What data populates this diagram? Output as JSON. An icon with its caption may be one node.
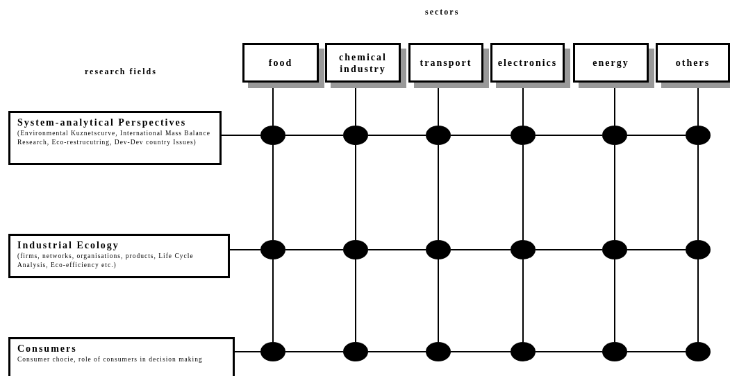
{
  "diagram": {
    "nodes": [
      {
        "text": [
          "food"
        ]
      },
      {
        "text": [
          "chemical industry"
        ]
      },
      {
        "text": [
          "transport"
        ]
      },
      {
        "text": [
          "electronics"
        ]
      },
      {
        "text": [
          "energy"
        ]
      },
      {
        "text": [
          "others"
        ]
      },
      {
        "text": [
          "System-analytical Perspectives",
          "(Environmental Kuznetscurve, International Mass Balance Research, Eco-restrucutring, Dev-Dev country Issues)"
        ]
      },
      {
        "text": [
          "Industrial Ecology",
          "(firms, networks, organisations, products, Life Cycle Analysis, Eco-efficiency etc.)"
        ]
      },
      {
        "text": [
          "Consumers",
          "Consumer chocie, role of consumers in decision making"
        ]
      },
      {
        "text": [],
        "shape": "circle"
      },
      {
        "text": [],
        "shape": "circle"
      },
      {
        "text": [],
        "shape": "circle"
      },
      {
        "text": [],
        "shape": "circle"
      },
      {
        "text": [],
        "shape": "circle"
      },
      {
        "text": [],
        "shape": "circle"
      },
      {
        "text": [],
        "shape": "circle"
      },
      {
        "text": [],
        "shape": "circle"
      },
      {
        "text": [],
        "shape": "circle"
      },
      {
        "text": [],
        "shape": "circle"
      },
      {
        "text": [],
        "shape": "circle"
      },
      {
        "text": [],
        "shape": "circle"
      },
      {
        "text": [],
        "shape": "circle"
      },
      {
        "text": [],
        "shape": "circle"
      },
      {
        "text": [],
        "shape": "circle"
      },
      {
        "text": [],
        "shape": "circle"
      },
      {
        "text": [],
        "shape": "circle"
      },
      {
        "text": [],
        "shape": "circle"
      }
    ],
    "edges": [
      {
        "from": 0,
        "to": 9,
        "arrow": "none"
      },
      {
        "from": 1,
        "to": 10,
        "arrow": "none"
      },
      {
        "from": 2,
        "to": 11,
        "arrow": "none"
      },
      {
        "from": 3,
        "to": 12,
        "arrow": "none"
      },
      {
        "from": 4,
        "to": 13,
        "arrow": "none"
      },
      {
        "from": 5,
        "to": 14,
        "arrow": "none"
      },
      {
        "from": 6,
        "to": 9,
        "arrow": "none"
      },
      {
        "from": 9,
        "to": 10,
        "arrow": "none"
      },
      {
        "from": 10,
        "to": 11,
        "arrow": "none"
      },
      {
        "from": 11,
        "to": 12,
        "arrow": "none"
      },
      {
        "from": 12,
        "to": 13,
        "arrow": "none"
      },
      {
        "from": 13,
        "to": 14,
        "arrow": "none"
      },
      {
        "from": 9,
        "to": 15,
        "arrow": "none"
      },
      {
        "from": 10,
        "to": 16,
        "arrow": "none"
      },
      {
        "from": 11,
        "to": 17,
        "arrow": "none"
      },
      {
        "from": 12,
        "to": 18,
        "arrow": "none"
      },
      {
        "from": 13,
        "to": 19,
        "arrow": "none"
      },
      {
        "from": 14,
        "to": 20,
        "arrow": "none"
      },
      {
        "from": 7,
        "to": 15,
        "arrow": "none"
      },
      {
        "from": 15,
        "to": 16,
        "arrow": "none"
      },
      {
        "from": 16,
        "to": 17,
        "arrow": "none"
      },
      {
        "from": 17,
        "to": 18,
        "arrow": "none"
      },
      {
        "from": 18,
        "to": 19,
        "arrow": "none"
      },
      {
        "from": 19,
        "to": 20,
        "arrow": "none"
      },
      {
        "from": 15,
        "to": 21,
        "arrow": "none"
      },
      {
        "from": 16,
        "to": 22,
        "arrow": "none"
      },
      {
        "from": 17,
        "to": 23,
        "arrow": "none"
      },
      {
        "from": 18,
        "to": 24,
        "arrow": "none"
      },
      {
        "from": 19,
        "to": 25,
        "arrow": "none"
      },
      {
        "from": 20,
        "to": 26,
        "arrow": "none"
      },
      {
        "from": 8,
        "to": 21,
        "arrow": "none"
      },
      {
        "from": 21,
        "to": 22,
        "arrow": "none"
      },
      {
        "from": 22,
        "to": 23,
        "arrow": "none"
      },
      {
        "from": 23,
        "to": 24,
        "arrow": "none"
      },
      {
        "from": 24,
        "to": 25,
        "arrow": "none"
      },
      {
        "from": 25,
        "to": 26,
        "arrow": "none"
      }
    ],
    "labels": [
      "sectors",
      "research fields"
    ]
  }
}
